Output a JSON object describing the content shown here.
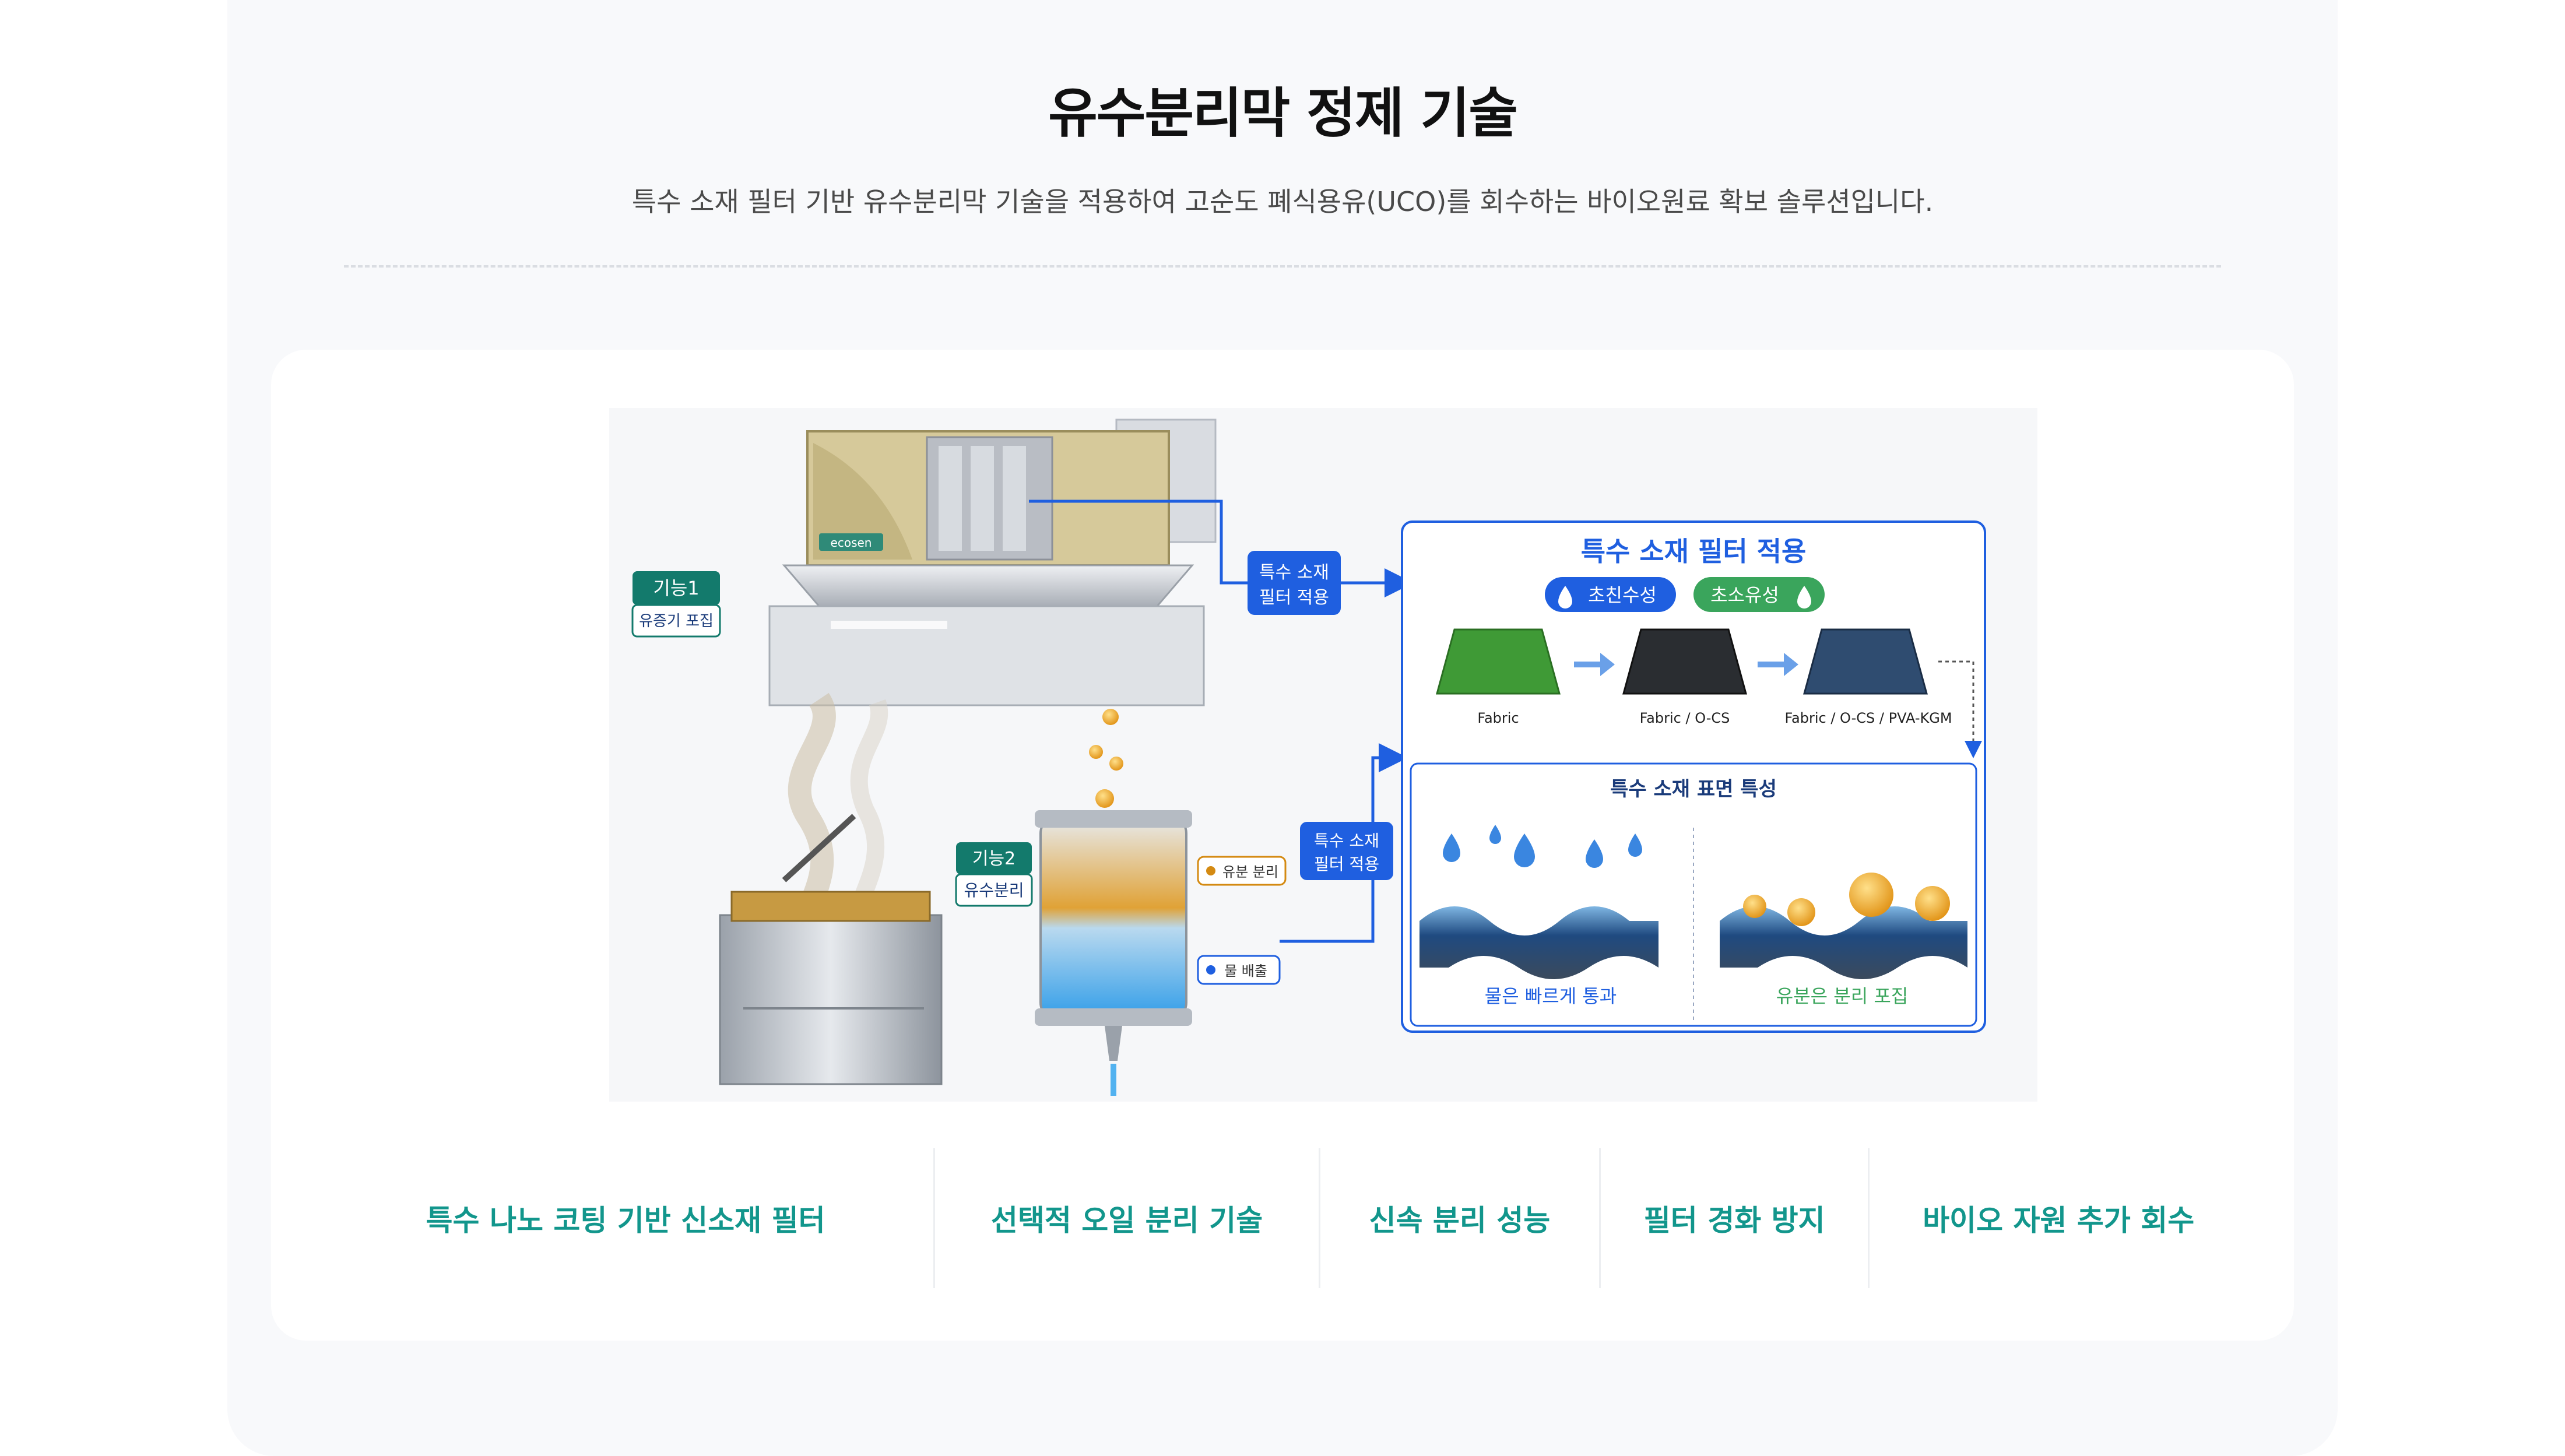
{
  "header": {
    "title": "유수분리막 정제 기술",
    "subtitle": "특수 소재 필터 기반 유수분리막 기술을 적용하여 고순도 폐식용유(UCO)를 회수하는 바이오원료 확보 솔루션입니다."
  },
  "diagram": {
    "brand_logo": "ecosen",
    "function1": {
      "tag": "기능1",
      "desc": "유증기 포집"
    },
    "function2": {
      "tag": "기능2",
      "desc": "유수분리"
    },
    "callout_top": {
      "line1": "특수 소재",
      "line2": "필터 적용"
    },
    "callout_mid": {
      "line1": "특수 소재",
      "line2": "필터 적용"
    },
    "oil_label": "유분 분리",
    "water_label": "물 배출",
    "panel": {
      "title": "특수 소재 필터 적용",
      "pill_hydrophilic": "초친수성",
      "pill_oleophobic": "초소유성",
      "fabrics": [
        "Fabric",
        "Fabric / O-CS",
        "Fabric / O-CS / PVA-KGM"
      ],
      "surface_title": "특수 소재 표면 특성",
      "water_pass": "물은 빠르게 통과",
      "oil_capture": "유분은 분리 포집"
    },
    "colors": {
      "blue": "#1f5fe0",
      "teal": "#137a6c",
      "green": "#3aa55c",
      "navy": "#1a3b7a",
      "orange": "#d48a12"
    }
  },
  "features": [
    {
      "label": "특수 나노 코팅 기반 신소재 필터"
    },
    {
      "label": "선택적 오일 분리 기술"
    },
    {
      "label": "신속 분리 성능"
    },
    {
      "label": "필터 경화 방지"
    },
    {
      "label": "바이오 자원 추가 회수"
    }
  ]
}
